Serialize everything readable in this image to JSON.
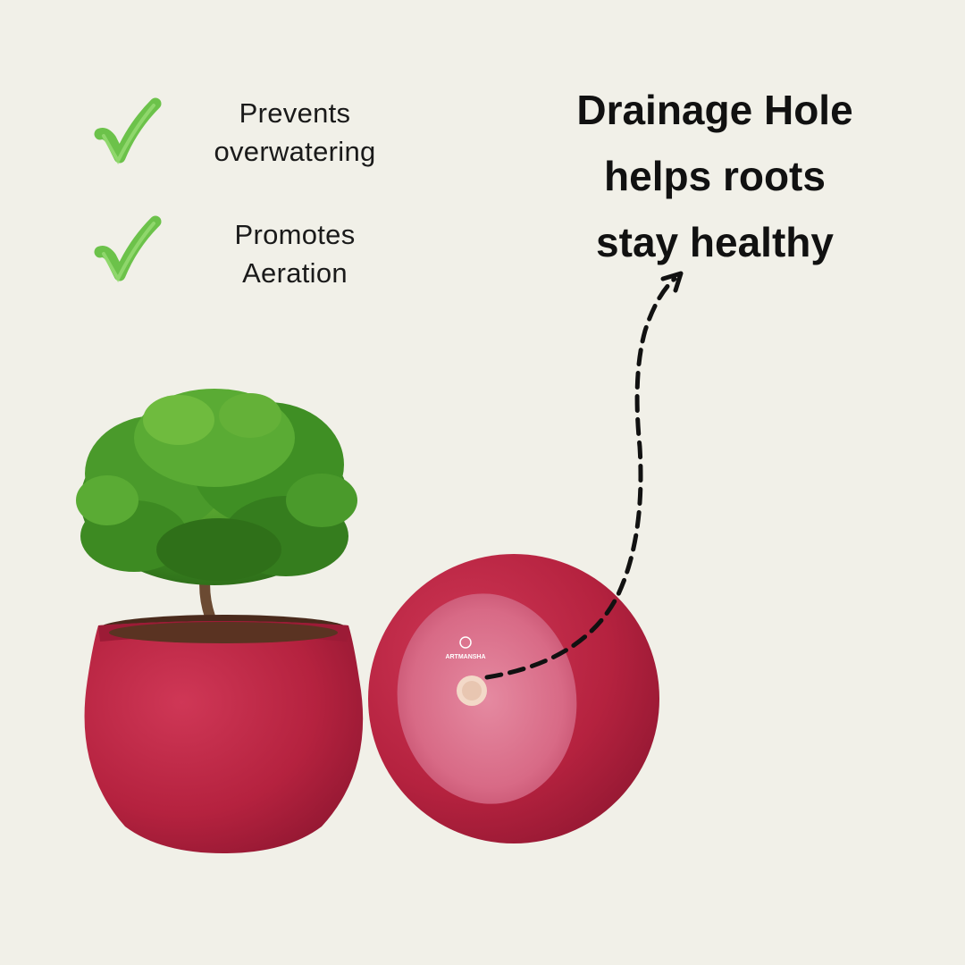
{
  "benefits": [
    {
      "line1": "Prevents",
      "line2": "overwatering",
      "icon": "checkmark-icon"
    },
    {
      "line1": "Promotes",
      "line2": "Aeration",
      "icon": "checkmark-icon"
    }
  ],
  "headline": {
    "line1": "Drainage Hole",
    "line2": "helps roots",
    "line3": "stay healthy"
  },
  "brand": {
    "logo_text": "ARTMANSHA"
  },
  "colors": {
    "background": "#f1f0e8",
    "pot": "#b5223f",
    "check": "#6cc24a",
    "text": "#111111"
  }
}
